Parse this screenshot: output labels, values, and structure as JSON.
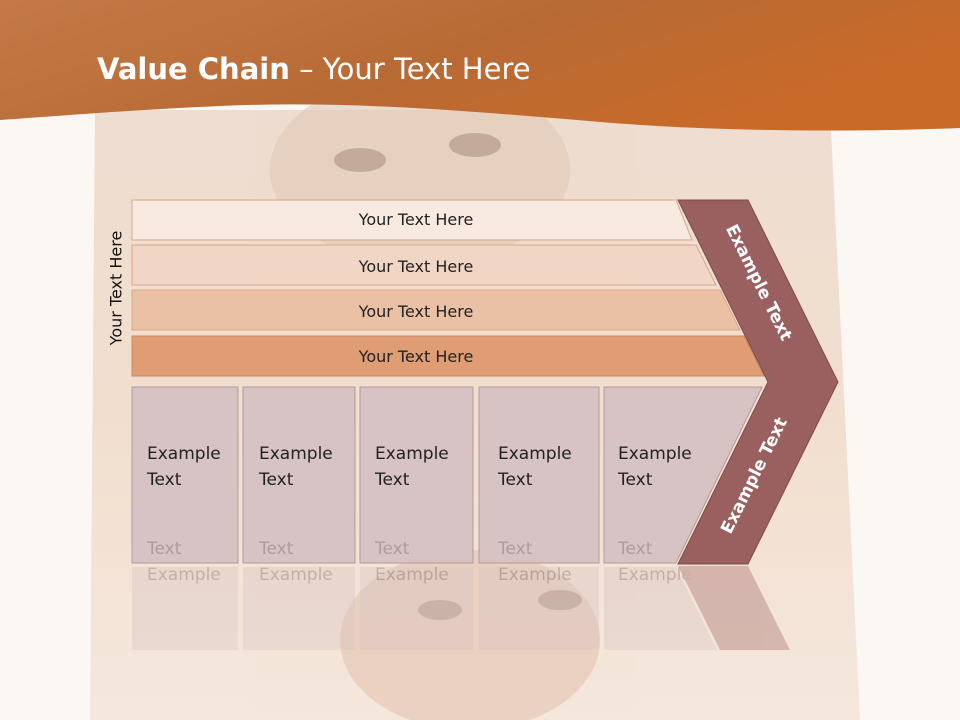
{
  "title": {
    "bold": "Value Chain",
    "rest": " – Your Text Here"
  },
  "side_label": "Your Text Here",
  "bars": [
    {
      "label": "Your Text Here"
    },
    {
      "label": "Your Text Here"
    },
    {
      "label": "Your Text Here"
    },
    {
      "label": "Your Text Here"
    }
  ],
  "boxes": [
    {
      "line1": "Example",
      "line2": "Text"
    },
    {
      "line1": "Example",
      "line2": "Text"
    },
    {
      "line1": "Example",
      "line2": "Text"
    },
    {
      "line1": "Example",
      "line2": "Text"
    },
    {
      "line1": "Example",
      "line2": "Text"
    }
  ],
  "chevron": {
    "upper": "Example Text",
    "lower": "Example Text"
  },
  "colors": {
    "header": "#c9672c",
    "bar_fills": [
      "#f8e9e1",
      "#f1d6c6",
      "#ebc1a6",
      "#e09c72"
    ],
    "box_fill": "#d7c3c3",
    "chevron_fill": "#9a6060",
    "title_text": "#ffffff"
  }
}
